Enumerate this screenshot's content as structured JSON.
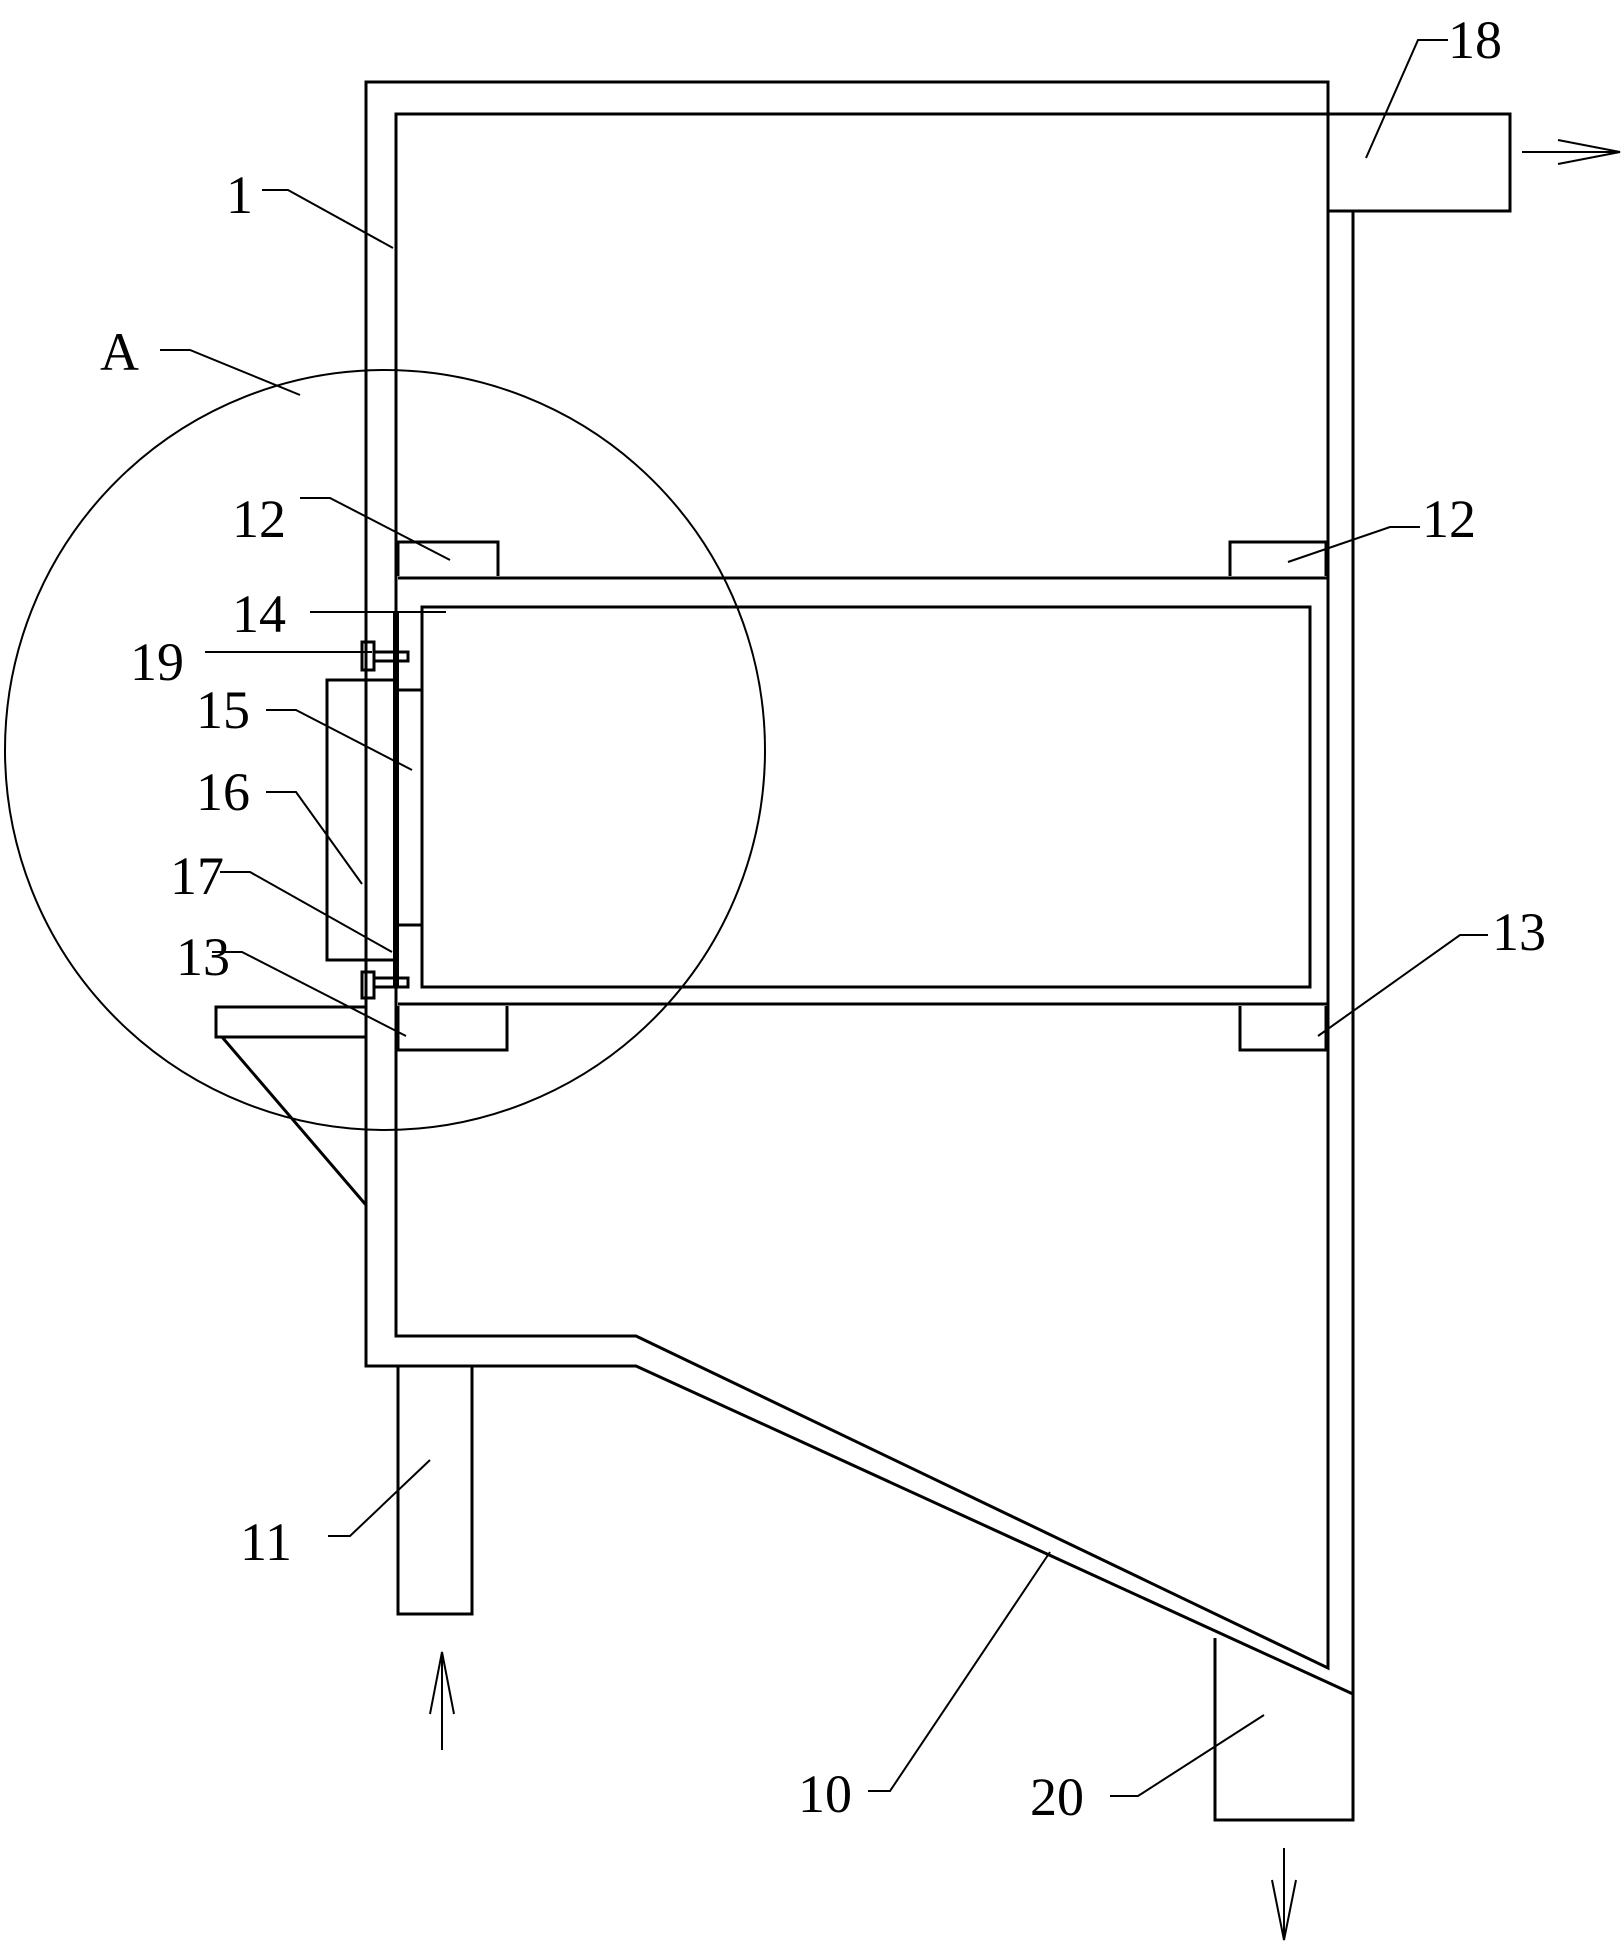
{
  "figure": {
    "labels": {
      "l1": "1",
      "l10": "10",
      "l11": "11",
      "l12a": "12",
      "l12b": "12",
      "l13a": "13",
      "l13b": "13",
      "l14": "14",
      "l15": "15",
      "l16": "16",
      "l17": "17",
      "l18": "18",
      "l19": "19",
      "l20": "20",
      "lA": "A"
    },
    "stroke_color": "#000000",
    "background_color": "#ffffff"
  }
}
